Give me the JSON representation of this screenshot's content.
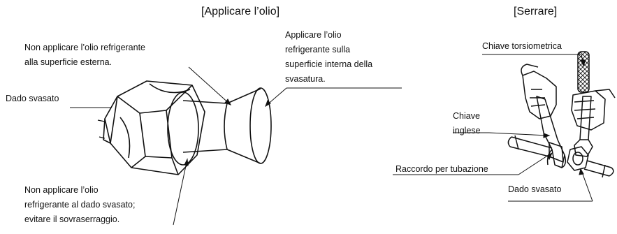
{
  "headings": {
    "apply_oil": "[Applicare l’olio]",
    "tighten": "[Serrare]"
  },
  "labels": {
    "no_oil_outside": "Non applicare l’olio refrigerante\nalla superficie esterna.",
    "apply_oil_inside": "Applicare l’olio\nrefrigerante sulla\nsuperficie interna della\nsvasatura.",
    "flare_nut_left": "Dado svasato",
    "no_oil_nut": "Non applicare l’olio\nrefrigerante al dado svasato;\nevitare il sovraserraggio.",
    "torque_wrench": "Chiave torsiometrica",
    "spanner": "Chiave\ninglese",
    "union": "Raccordo per tubazione",
    "flare_nut_right": "Dado svasato"
  }
}
